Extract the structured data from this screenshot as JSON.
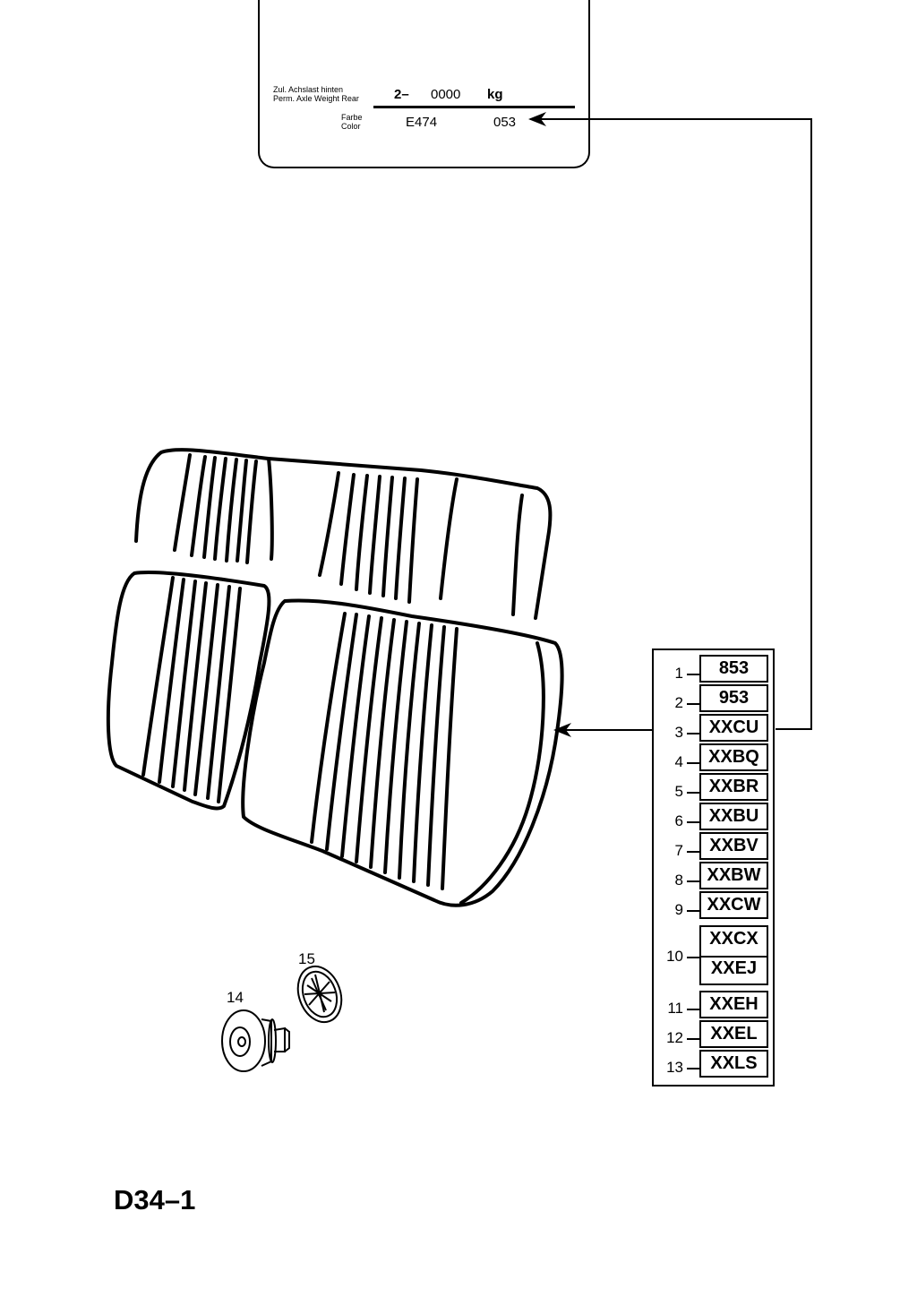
{
  "label_plate": {
    "axle_label_de": "Zul. Achslast hinten",
    "axle_label_en": "Perm. Axle Weight Rear",
    "axle_prefix": "2–",
    "axle_value": "0000",
    "axle_unit": "kg",
    "color_label_de": "Farbe",
    "color_label_en": "Color",
    "color_code": "E474",
    "color_number": "053"
  },
  "code_table": [
    {
      "num": "1",
      "code": "853"
    },
    {
      "num": "2",
      "code": "953"
    },
    {
      "num": "3",
      "code": "XXCU"
    },
    {
      "num": "4",
      "code": "XXBQ"
    },
    {
      "num": "5",
      "code": "XXBR"
    },
    {
      "num": "6",
      "code": "XXBU"
    },
    {
      "num": "7",
      "code": "XXBV"
    },
    {
      "num": "8",
      "code": "XXBW"
    },
    {
      "num": "9",
      "code": "XXCW"
    },
    {
      "num": "10",
      "codes": [
        "XXCX",
        "XXEJ"
      ]
    },
    {
      "num": "11",
      "code": "XXEH"
    },
    {
      "num": "12",
      "code": "XXEL"
    },
    {
      "num": "13",
      "code": "XXLS"
    }
  ],
  "callouts": {
    "clip": "14",
    "retainer": "15"
  },
  "page_id": "D34–1"
}
